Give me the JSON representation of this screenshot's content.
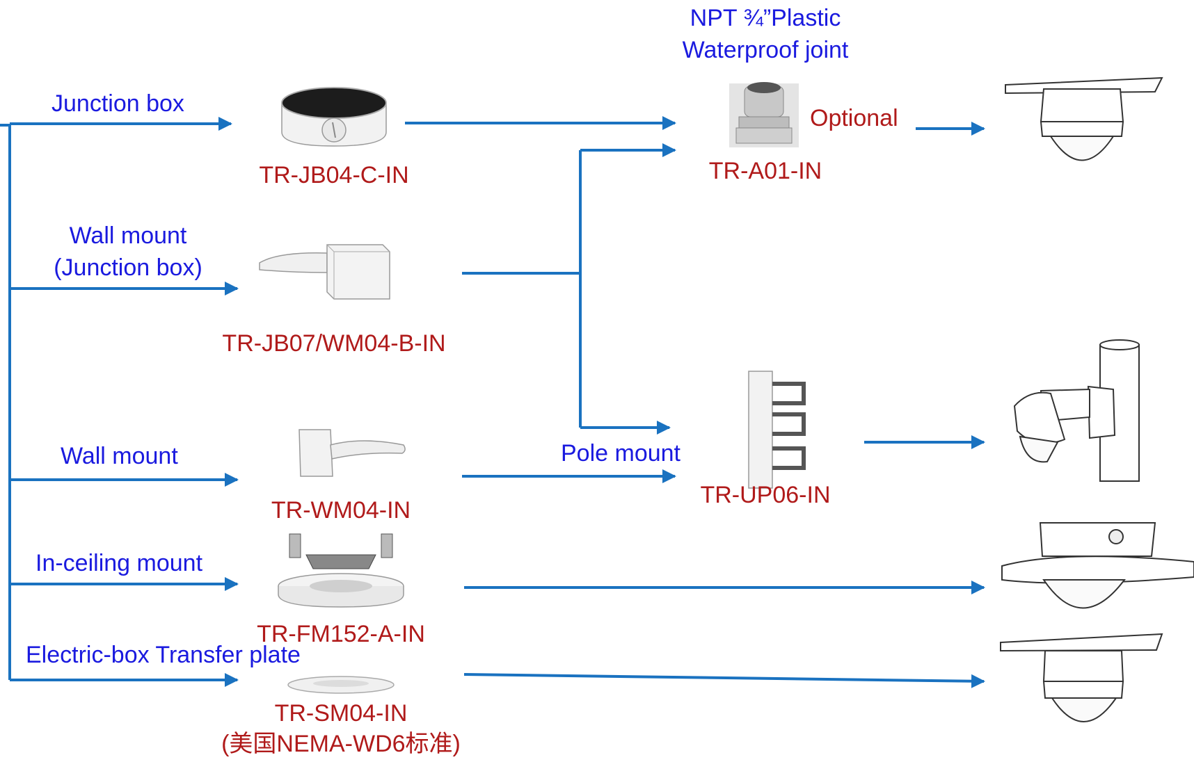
{
  "colors": {
    "connector": "#1a72c0",
    "route_label": "#1a1adf",
    "model_label": "#b01a1a",
    "product_fill": "#f2f2f2",
    "product_stroke": "#666666"
  },
  "routes": {
    "junction_box": "Junction box",
    "wall_mount_jb_line1": "Wall mount",
    "wall_mount_jb_line2": "(Junction box)",
    "wall_mount": "Wall mount",
    "in_ceiling": "In-ceiling mount",
    "electric_box": "Electric-box Transfer plate",
    "pole_mount": "Pole mount"
  },
  "accessories": {
    "npt_line1": "NPT ¾”Plastic",
    "npt_line2": "Waterproof joint",
    "optional": "Optional"
  },
  "models": {
    "junction_box": "TR-JB04-C-IN",
    "wall_mount_jb": "TR-JB07/WM04-B-IN",
    "wall_mount": "TR-WM04-IN",
    "in_ceiling": "TR-FM152-A-IN",
    "electric_box": "TR-SM04-IN",
    "electric_box_note": "(美国NEMA-WD6标准)",
    "waterproof_joint": "TR-A01-IN",
    "pole_mount": "TR-UP06-IN"
  },
  "icons": [
    "junction-box-icon",
    "wall-mount-bracket-icon",
    "wall-mount-icon",
    "in-ceiling-mount-icon",
    "transfer-plate-icon",
    "waterproof-joint-icon",
    "pole-mount-bracket-icon",
    "camera-ceiling-icon",
    "camera-pole-icon",
    "camera-in-ceiling-icon"
  ]
}
